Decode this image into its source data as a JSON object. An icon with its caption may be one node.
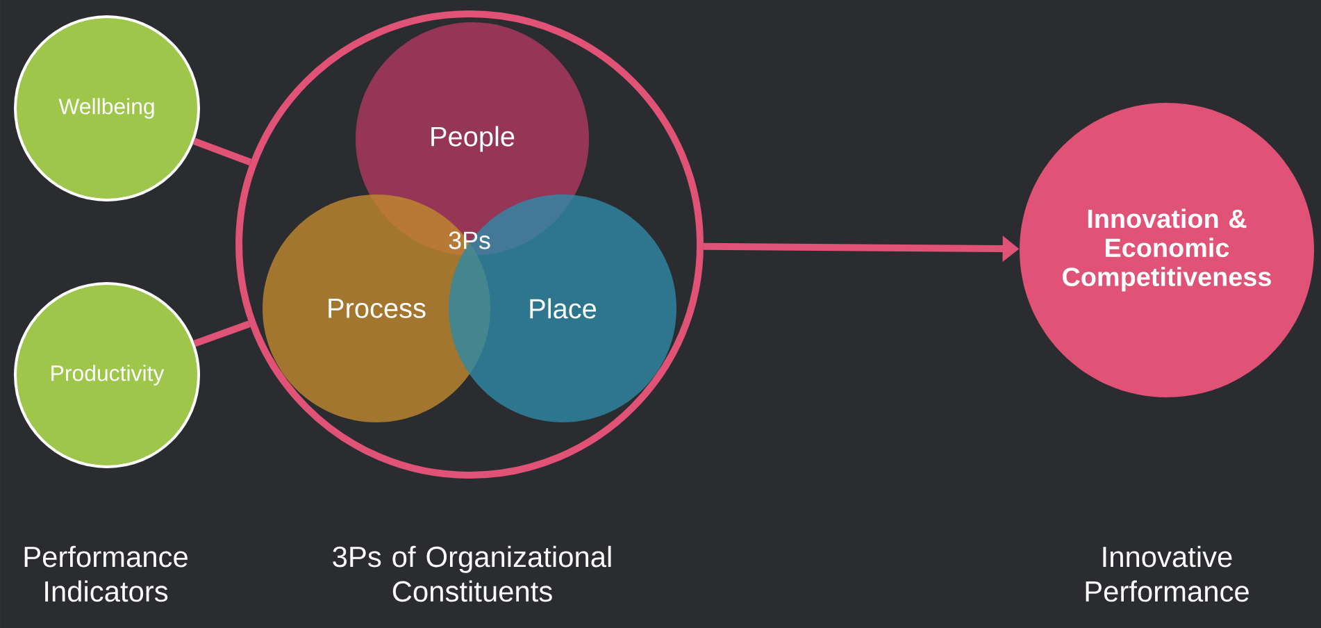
{
  "diagram": {
    "nodes": [
      {
        "text": [
          "Wellbeing"
        ]
      },
      {
        "text": [
          "Productivity"
        ]
      },
      {
        "text": [],
        "shape": "circle"
      },
      {
        "text": [
          "People"
        ],
        "in": 2
      },
      {
        "text": [
          "Process"
        ],
        "in": 2
      },
      {
        "text": [
          "Place"
        ],
        "in": 2
      },
      {
        "text": [
          "Innovation & Economic Competitiveness"
        ]
      }
    ],
    "edges": [
      {
        "from": 0,
        "to": 2,
        "arrow": "none"
      },
      {
        "from": 1,
        "to": 2,
        "arrow": "none"
      },
      {
        "from": 2,
        "to": 6,
        "arrow": "to"
      }
    ],
    "labels": [
      "3Ps",
      "Performance Indicators",
      "3Ps of Organizational Constituents",
      "Innovative Performance"
    ]
  }
}
